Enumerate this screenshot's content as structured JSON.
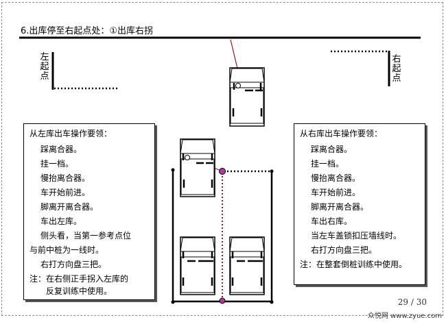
{
  "heading": "6.出库停至右起点处：①出库右拐",
  "left_start_label": [
    "左",
    "起",
    "点"
  ],
  "right_start_label": [
    "右",
    "起",
    "点"
  ],
  "left_box": {
    "title": "从左库出车操作要领：",
    "lines": [
      "踩离合器。",
      "挂一档。",
      "慢抬离合器。",
      "车开始前进。",
      "脚离开离合器。",
      "车出左库。",
      "侧头看，当第一参考点位",
      "与前中桩为一线时。",
      "右打方向盘三把。",
      "注：在右侧正手拐入左库的",
      "反复训练中使用。"
    ]
  },
  "right_box": {
    "title": "从右库出车操作要领：",
    "lines": [
      "踩离合器。",
      "挂一档。",
      "慢抬离合器。",
      "车开始前进。",
      "脚离开离合器。",
      "车出右库。",
      "当左车盖锁扣压墙线时。",
      "右打方向盘三把。",
      "注：在整套倒桩训练中使用。"
    ]
  },
  "page_number": "29 / 30",
  "watermark": "众悦网 www.zyue.com",
  "colors": {
    "pole": "#b0399b",
    "guide": "#8b1a1a",
    "line": "#000000"
  }
}
